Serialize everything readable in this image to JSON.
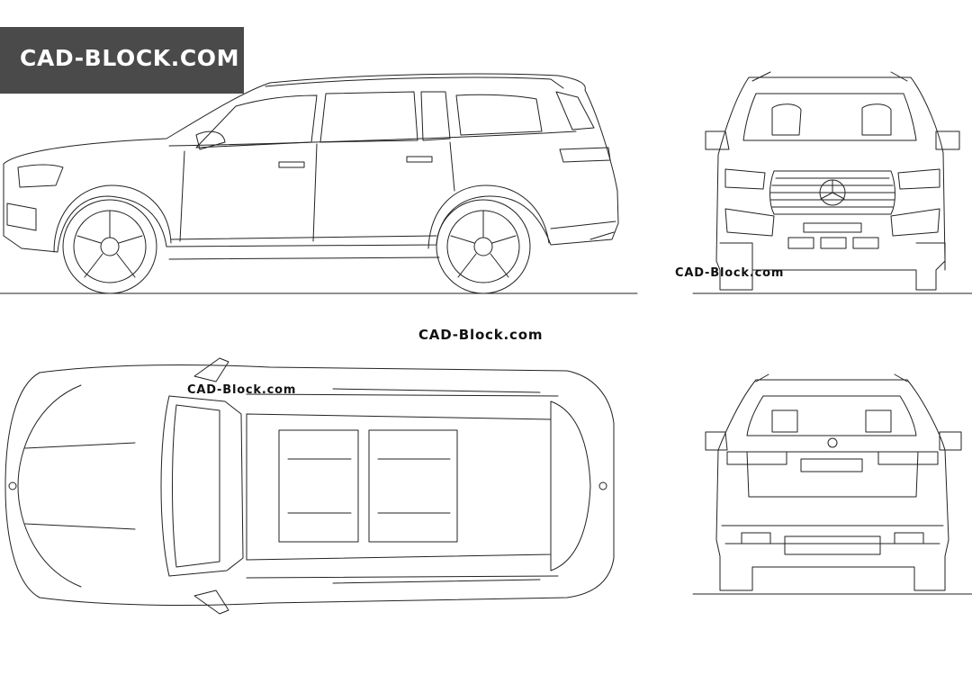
{
  "logo": {
    "text": "CAD-BLOCK.COM"
  },
  "watermarks": {
    "front": "CAD-Block.com",
    "center": "CAD-Block.com",
    "top": "CAD-Block.com"
  },
  "colors": {
    "badge": "#4a4a4a",
    "line": "#222222",
    "background": "#ffffff"
  }
}
